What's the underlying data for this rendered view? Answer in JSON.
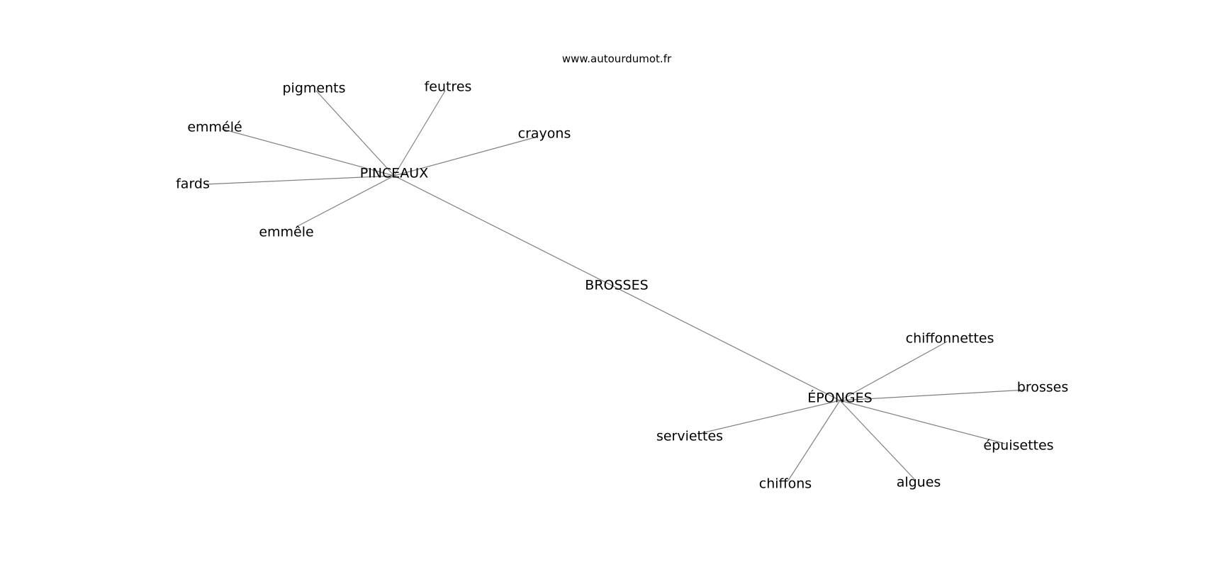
{
  "watermark": "www.autourdumot.fr",
  "center": "BROSSES",
  "nodes": [
    {
      "id": "brosses_center",
      "label": "BROSSES"
    },
    {
      "id": "pinceaux",
      "label": "PINCEAUX"
    },
    {
      "id": "eponges",
      "label": "ÉPONGES"
    },
    {
      "id": "pigments",
      "label": "pigments"
    },
    {
      "id": "feutres",
      "label": "feutres"
    },
    {
      "id": "emmele_acute",
      "label": "emmélé"
    },
    {
      "id": "crayons",
      "label": "crayons"
    },
    {
      "id": "fards",
      "label": "fards"
    },
    {
      "id": "emmele_grave",
      "label": "emmêle"
    },
    {
      "id": "chiffonnettes",
      "label": "chiffonnettes"
    },
    {
      "id": "brosses",
      "label": "brosses"
    },
    {
      "id": "serviettes",
      "label": "serviettes"
    },
    {
      "id": "epuisettes",
      "label": "épuisettes"
    },
    {
      "id": "chiffons",
      "label": "chiffons"
    },
    {
      "id": "algues",
      "label": "algues"
    }
  ],
  "edges": [
    {
      "from": "pinceaux",
      "to": "eponges"
    },
    {
      "from": "pinceaux",
      "to": "pigments"
    },
    {
      "from": "pinceaux",
      "to": "feutres"
    },
    {
      "from": "pinceaux",
      "to": "emmele_acute"
    },
    {
      "from": "pinceaux",
      "to": "crayons"
    },
    {
      "from": "pinceaux",
      "to": "fards"
    },
    {
      "from": "pinceaux",
      "to": "emmele_grave"
    },
    {
      "from": "eponges",
      "to": "chiffonnettes"
    },
    {
      "from": "eponges",
      "to": "brosses"
    },
    {
      "from": "eponges",
      "to": "serviettes"
    },
    {
      "from": "eponges",
      "to": "epuisettes"
    },
    {
      "from": "eponges",
      "to": "chiffons"
    },
    {
      "from": "eponges",
      "to": "algues"
    }
  ]
}
